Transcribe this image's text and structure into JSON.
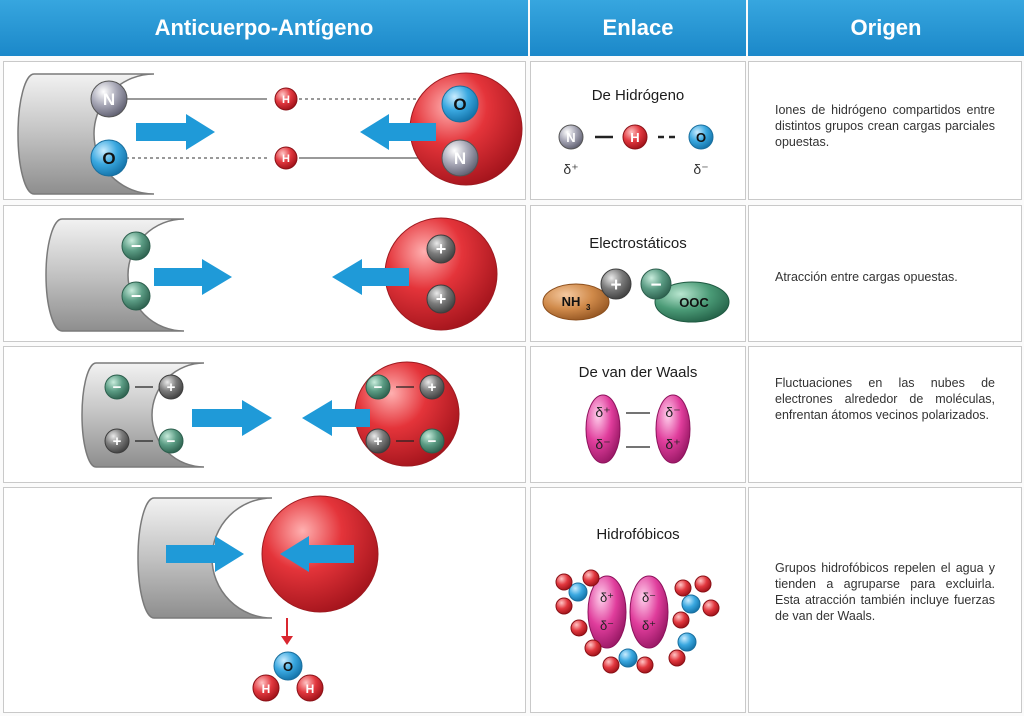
{
  "headers": {
    "col1": "Anticuerpo-Antígeno",
    "col2": "Enlace",
    "col3": "Origen"
  },
  "rows": [
    {
      "enlace": "De Hidrógeno",
      "origen": "Iones de hidrógeno compartidos entre distintos grupos crean cargas parciales opuestas."
    },
    {
      "enlace": "Electrostáticos",
      "origen": "Atracción entre cargas opuestas."
    },
    {
      "enlace": "De van der Waals",
      "origen": "Fluctuaciones en las nubes de electrones alrededor de moléculas, enfrentan átomos vecinos polarizados."
    },
    {
      "enlace": "Hidrofóbicos",
      "origen": "Grupos hidrofóbicos repelen el agua y tienden a agruparse para excluirla. Esta atracción también incluye fuerzas de van der Waals."
    }
  ],
  "atoms": {
    "n": "N",
    "o": "O",
    "h": "H",
    "plus": "+",
    "minus": "−",
    "nh3": "NH",
    "nh3_sub": "3",
    "ooc": "OOC",
    "dplus": "δ⁺",
    "dminus": "δ⁻"
  },
  "colors": {
    "header_top": "#37a6df",
    "header_bottom": "#1b88c9",
    "arrow": "#1f9ad8",
    "antigen_red": "#d9262f",
    "antibody_gray": "#bdbdbd",
    "charge_green": "#4e8f78",
    "charge_gray": "#6d6d6d",
    "oxygen_blue": "#46b0e3",
    "dipole_pink": "#e23c9a"
  }
}
